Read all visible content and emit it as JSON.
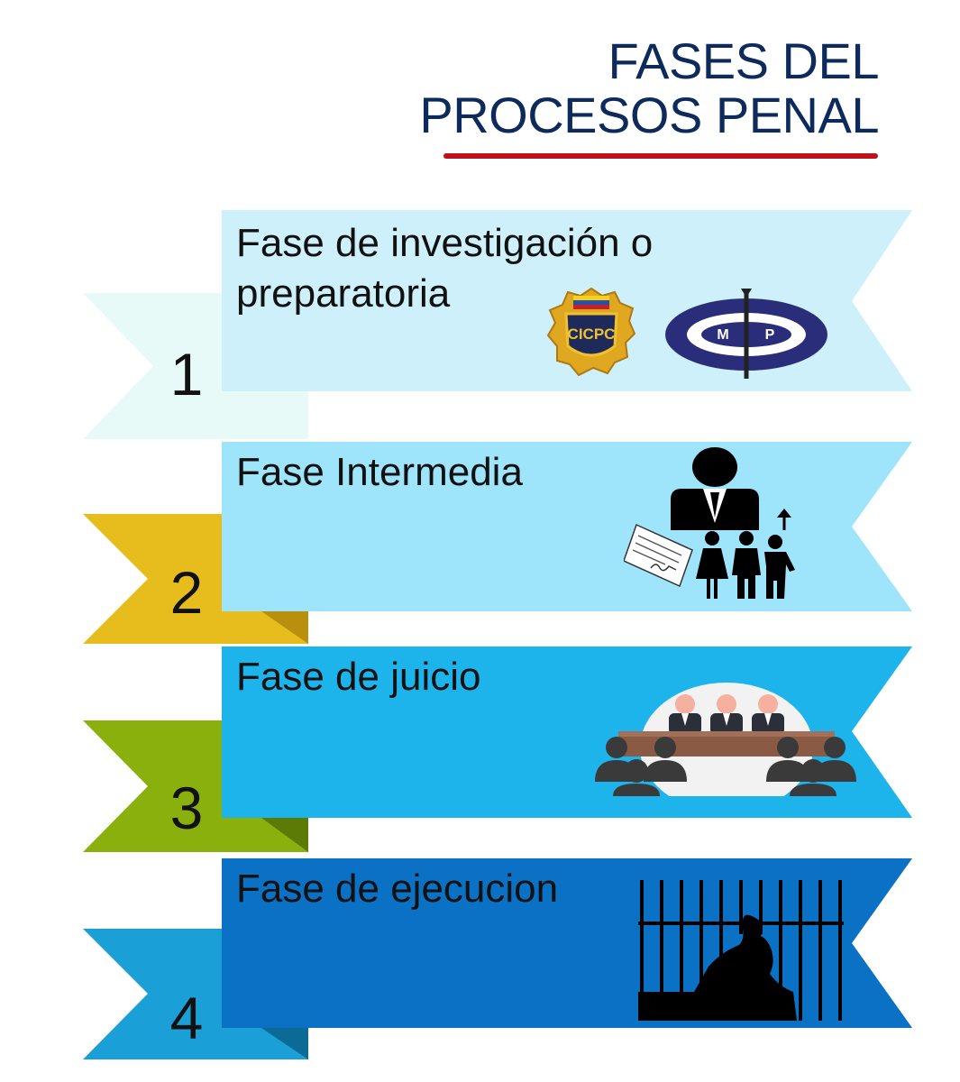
{
  "title": {
    "line1": "FASES DEL",
    "line2": "PROCESOS PENAL"
  },
  "colors": {
    "title": "#0d2a5c",
    "underline": "#c0101c",
    "phase1_ribbon": "#cdf0fb",
    "phase1_tab": "#e8faf8",
    "phase2_ribbon": "#9ee4fb",
    "phase2_tab": "#e6bd1c",
    "phase3_ribbon": "#1db4ec",
    "phase3_tab": "#8ab00e",
    "phase4_ribbon": "#0a71c4",
    "phase4_tab": "#1a9fd6"
  },
  "phases": [
    {
      "number": "1",
      "label_line1": "Fase de investigación o",
      "label_line2": "preparatoria",
      "icons": [
        "cicpc-badge-icon",
        "ministerio-publico-logo-icon"
      ],
      "logo_text": [
        "CICPC",
        "M",
        "P"
      ]
    },
    {
      "number": "2",
      "label_line1": "Fase Intermedia",
      "icons": [
        "businessman-icon",
        "document-signature-icon",
        "family-icon",
        "arrow-up-icon"
      ]
    },
    {
      "number": "3",
      "label_line1": "Fase de juicio",
      "icons": [
        "courtroom-judges-icon",
        "audience-icon"
      ]
    },
    {
      "number": "4",
      "label_line1": "Fase de ejecucion",
      "icons": [
        "prisoner-behind-bars-icon"
      ]
    }
  ]
}
